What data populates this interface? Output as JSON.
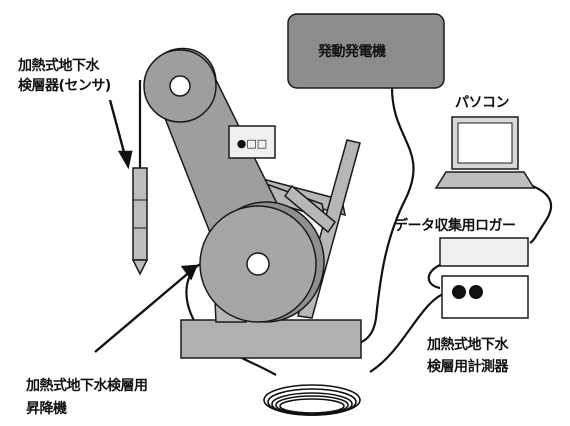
{
  "labels": {
    "generator": "発動発電機",
    "pc": "パソコン",
    "sensor_line1": "加熱式地下水",
    "sensor_line2": "検層器(センサ)",
    "data_logger": "データ収集用ロガー",
    "meter_line1": "加熱式地下水",
    "meter_line2": "検層用計測器",
    "winch_line1": "加熱式地下水検層用",
    "winch_line2": "昇降機",
    "control_panel_readout": "●□□"
  },
  "colors": {
    "generator_fill": "#8c8c8c",
    "drum_fill": "#a6a6a6",
    "frame_fill": "#b7b7b7",
    "base_fill": "#b0b0b0",
    "stroke": "#1a1a1a",
    "cable": "#111111",
    "panel_fill": "#f0f0f0"
  }
}
